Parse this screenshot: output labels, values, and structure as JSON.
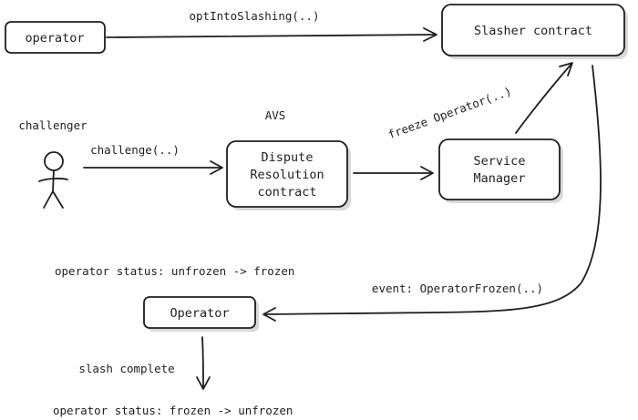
{
  "nodes": {
    "operator_top": "operator",
    "slasher": "Slasher contract",
    "dispute": [
      "Dispute",
      "Resolution",
      "contract"
    ],
    "service": [
      "Service",
      "Manager"
    ],
    "operator_bottom": "Operator",
    "challenger": "challenger",
    "avs": "AVS"
  },
  "edges": {
    "opt_in": "optIntoSlashing(..)",
    "challenge": "challenge(..)",
    "freeze": "freeze Operator(..)",
    "event": "event: OperatorFrozen(..)",
    "slash_complete": "slash complete"
  },
  "status": {
    "before": "operator status: unfrozen -> frozen",
    "after": "operator status: frozen -> unfrozen"
  }
}
